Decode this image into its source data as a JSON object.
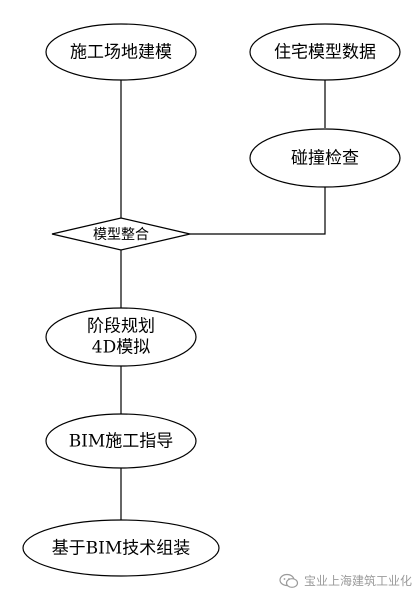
{
  "nodes": {
    "site_modeling": "施工场地建模",
    "residential_data": "住宅模型数据",
    "clash_check": "碰撞检查",
    "model_integration": "模型整合",
    "phase_planning": [
      "阶段规划",
      "4D模拟"
    ],
    "bim_guidance": "BIM施工指导",
    "bim_assembly": "基于BIM技术组装"
  },
  "watermark": {
    "text": "宝业上海建筑工业化",
    "icon": "wechat-icon"
  }
}
